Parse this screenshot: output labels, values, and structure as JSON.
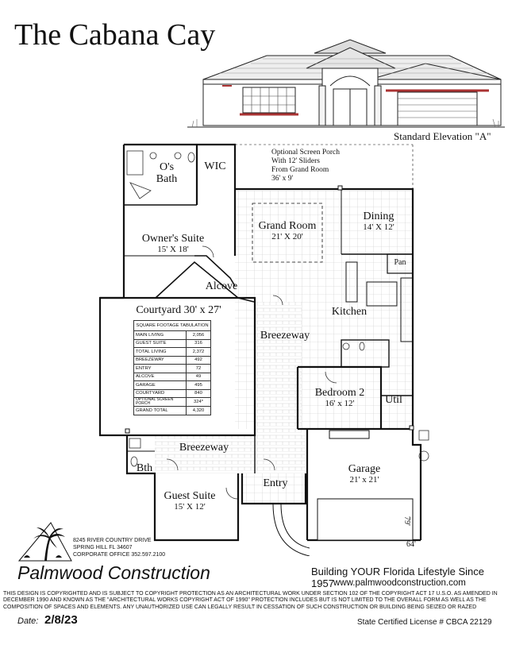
{
  "title": "The Cabana Cay",
  "elevation_label": "Standard Elevation \"A\"",
  "rooms": {
    "owners_bath": {
      "name": "O's\nBath"
    },
    "wic": {
      "name": "WIC"
    },
    "owners_suite": {
      "name": "Owner's Suite",
      "dims": "15' X 18'"
    },
    "grand_room": {
      "name": "Grand Room",
      "dims": "21' X 20'"
    },
    "dining": {
      "name": "Dining",
      "dims": "14' X 12'"
    },
    "pan": {
      "name": "Pan"
    },
    "alcove": {
      "name": "Alcove"
    },
    "courtyard": {
      "name": "Courtyard 30' x 27'"
    },
    "kitchen": {
      "name": "Kitchen"
    },
    "breezeway_right": {
      "name": "Breezeway"
    },
    "bedroom2": {
      "name": "Bedroom 2",
      "dims": "16' x 12'"
    },
    "util": {
      "name": "Util"
    },
    "breezeway_bottom": {
      "name": "Breezeway"
    },
    "bth": {
      "name": "Bth"
    },
    "guest_suite": {
      "name": "Guest Suite",
      "dims": "15' X 12'"
    },
    "entry": {
      "name": "Entry"
    },
    "garage": {
      "name": "Garage",
      "dims": "21' x 21'"
    }
  },
  "porch_note": "Optional Screen Porch\nWith 12' Sliders\nFrom Grand Room\n36' x 9'",
  "dimension_64": "64'",
  "dimension_79": "79'",
  "sq_ft_table": {
    "header": "SQUARE FOOTAGE TABULATION",
    "rows": [
      {
        "label": "MAIN LIVING",
        "value": "2,056"
      },
      {
        "label": "GUEST SUITE",
        "value": "316"
      },
      {
        "label": "TOTAL LIVING",
        "value": "2,372"
      },
      {
        "label": "BREEZEWAY",
        "value": "492"
      },
      {
        "label": "ENTRY",
        "value": "72"
      },
      {
        "label": "ALCOVE",
        "value": "49"
      },
      {
        "label": "GARAGE",
        "value": "495"
      },
      {
        "label": "COURTYARD",
        "value": "840"
      },
      {
        "label": "OPTIONAL SCREEN PORCH",
        "value": "324*"
      },
      {
        "label": "GRAND TOTAL",
        "value": "4,320"
      }
    ]
  },
  "address": {
    "line1": "8245 RIVER COUNTRY DRIVE",
    "line2": "SPRING HILL FL 34607",
    "line3": "CORPORATE OFFICE 352.597.2100"
  },
  "brand": "Palmwood Construction",
  "slogan": "Building YOUR Florida Lifestyle Since 1957",
  "website": "www.palmwoodconstruction.com",
  "copyright": "THIS DESIGN IS COPYRIGHTED AND IS SUBJECT TO COPYRIGHT PROTECTION AS AN ARCHITECTURAL WORK UNDER SECTION 102 OF THE COPYRIGHT ACT 17 U.S.O. AS AMENDED IN DECEMBER 1990 AND KNOWN AS THE \"ARCHITECTURAL WORKS COPYRIGHT ACT OF 1990\" PROTECTION INCLUDES BUT IS NOT LIMITED TO THE OVERALL FORM AS WELL AS THE COMPOSITION OF SPACES AND ELEMENTS. ANY UNAUTHORIZED USE CAN LEGALLY RESULT IN CESSATION OF SUCH CONSTRUCTION OR BUILDING BEING SEIZED OR RAZED",
  "date_label": "Date:",
  "date_value": "2/8/23",
  "license": "State Certified License # CBCA 22129"
}
